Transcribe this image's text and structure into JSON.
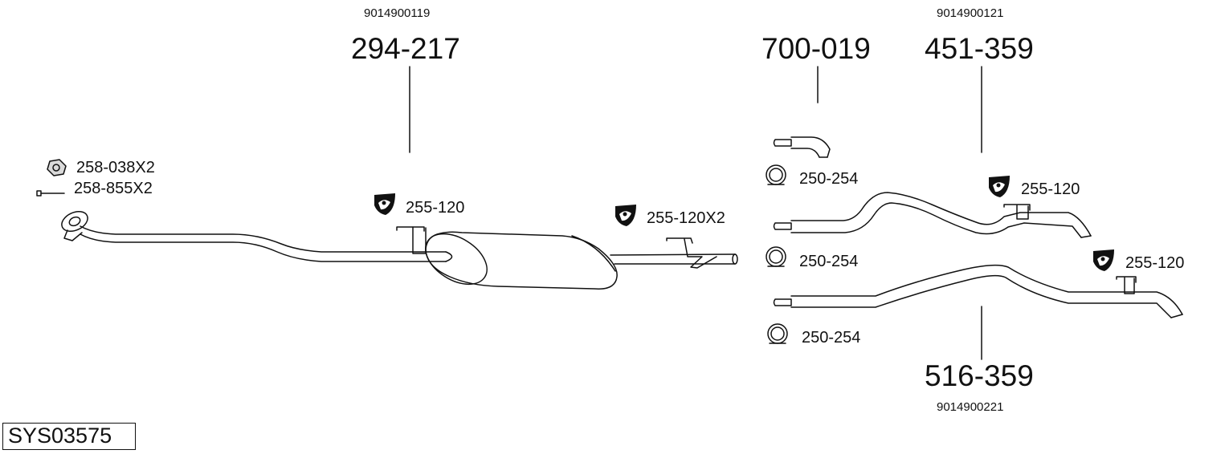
{
  "part_numbers": {
    "p1": "294-217",
    "p2": "700-019",
    "p3": "451-359",
    "p4": "516-359"
  },
  "oem_numbers": {
    "o1": "9014900119",
    "o2": "9014900121",
    "o3": "9014900221"
  },
  "labels": {
    "nut": "258-038X2",
    "bolt": "258-855X2",
    "mount_left": "255-120",
    "mount_mid": "255-120X2",
    "mount_r1": "255-120",
    "mount_r2": "255-120",
    "clamp1": "250-254",
    "clamp2": "250-254",
    "clamp3": "250-254"
  },
  "system_id": "SYS03575",
  "colors": {
    "line": "#111111",
    "fill": "#ffffff"
  }
}
